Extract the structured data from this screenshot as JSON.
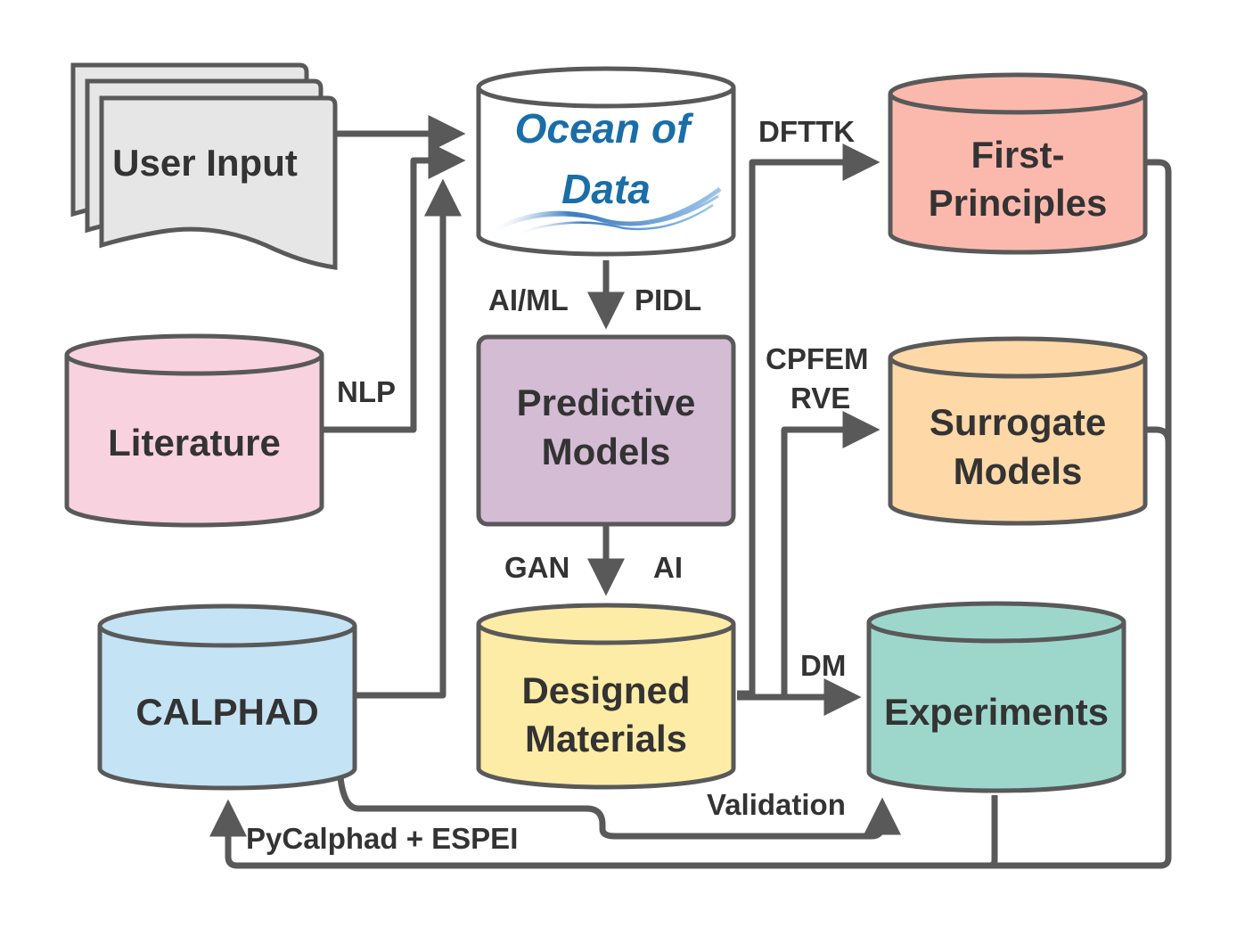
{
  "colors": {
    "stroke": "#595959",
    "text": "#333333",
    "user_input": "#e6e6e6",
    "literature": "#f8d2df",
    "calphad": "#c4e3f5",
    "ocean": "#ffffff",
    "ocean_text": "#1a6ea8",
    "predictive": "#d4bcd4",
    "designed": "#fdeca6",
    "first_principles": "#fbb9ae",
    "surrogate": "#fed8a7",
    "experiments": "#9dd7cc"
  },
  "nodes": {
    "user_input": "User Input",
    "literature": "Literature",
    "calphad": "CALPHAD",
    "ocean": {
      "line1": "Ocean of",
      "line2": "Data"
    },
    "predictive": {
      "line1": "Predictive",
      "line2": "Models"
    },
    "designed": {
      "line1": "Designed",
      "line2": "Materials"
    },
    "first_principles": {
      "line1": "First-",
      "line2": "Principles"
    },
    "surrogate": {
      "line1": "Surrogate",
      "line2": "Models"
    },
    "experiments": "Experiments"
  },
  "edges": {
    "nlp": "NLP",
    "aiml": "AI/ML",
    "pidl": "PIDL",
    "gan": "GAN",
    "ai": "AI",
    "dfttk": "DFTTK",
    "cpfem": "CPFEM",
    "rve": "RVE",
    "dm": "DM",
    "validation": "Validation",
    "pycalphad": "PyCalphad + ESPEI"
  }
}
